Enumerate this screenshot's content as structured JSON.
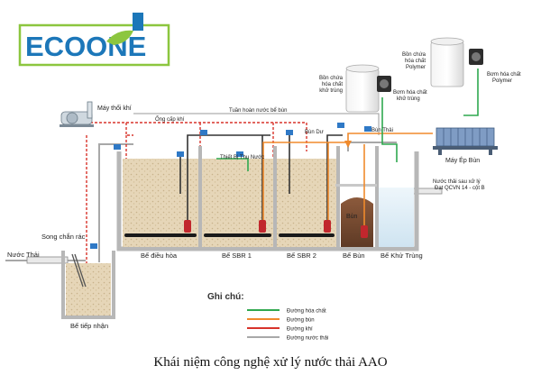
{
  "logo": {
    "text": "ECOONE"
  },
  "tanks": {
    "receiving": "Bể tiếp nhận",
    "equalization": "Bể điều hòa",
    "sbr1": "Bể SBR 1",
    "sbr2": "Bể SBR 2",
    "sludge": "Bể Bùn",
    "disinfection": "Bể Khử Trùng"
  },
  "labels": {
    "wastewater_in": "Nước Thải",
    "screen": "Song chắn rác",
    "blower": "Máy thổi khí",
    "air_pipe": "Ống cấp khí",
    "recirculation": "Tuần hoàn nước bể bùn",
    "collector": "Thiết Bị Thu Nước",
    "sludge_pipe": "Bùn Dư",
    "filtrate": "Bùn Thải",
    "sludge_small": "Bùn",
    "filter_press": "Máy Ép Bùn",
    "disinfect_tank_l1": "Bồn chứa",
    "disinfect_tank_l2": "hóa chất",
    "disinfect_tank_l3": "khử trùng",
    "disinfect_pump_l1": "Bơm hóa chất",
    "disinfect_pump_l2": "khử trùng",
    "polymer_tank_l1": "Bồn chứa",
    "polymer_tank_l2": "hóa chất",
    "polymer_tank_l3": "Polymer",
    "polymer_pump_l1": "Bơm hóa chất",
    "polymer_pump_l2": "Polymer",
    "outlet_l1": "Nước thải sau xử lý",
    "outlet_l2": "Đạt QCVN 14 - cột B"
  },
  "legend": {
    "title": "Ghi chú:",
    "items": [
      {
        "label": "Đường hóa chất",
        "color": "#2fa84f"
      },
      {
        "label": "Đường bùn",
        "color": "#f08a2c"
      },
      {
        "label": "Đường khí",
        "color": "#d8332b"
      },
      {
        "label": "Đường nước thải",
        "color": "#a8a8a8"
      }
    ]
  },
  "caption": "Khái niệm công nghệ xử lý nước thải AAO",
  "colors": {
    "chemical": "#2fa84f",
    "sludge": "#f08a2c",
    "air": "#d8332b",
    "wastewater": "#a8a8a8",
    "logo_blue": "#1c77b9",
    "logo_green": "#8cc63f"
  }
}
